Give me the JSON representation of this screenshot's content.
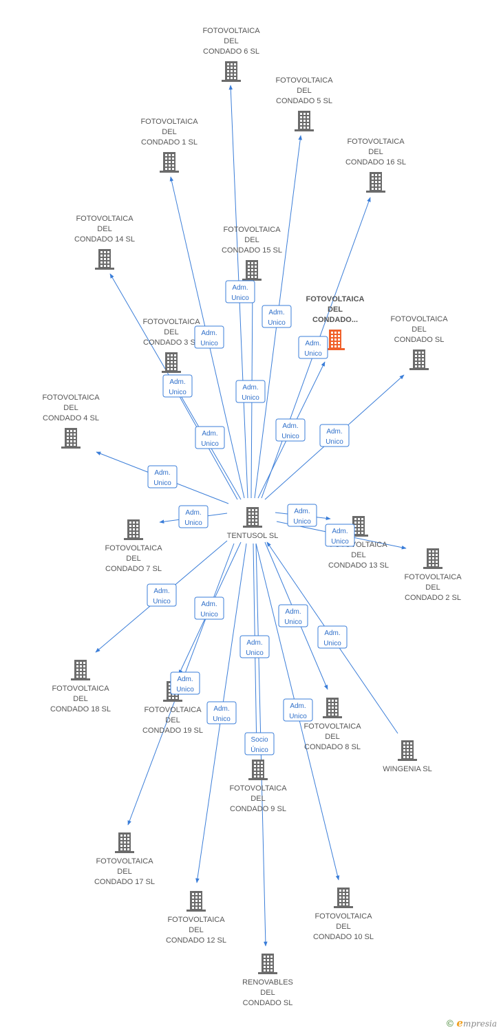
{
  "colors": {
    "edge": "#3a7dd8",
    "building": "#6b6b6b",
    "highlight_building": "#f0602a",
    "label": "#555555"
  },
  "nodes": [
    {
      "id": "c6",
      "lines": [
        "FOTOVOLTAICA",
        "DEL",
        "CONDADO 6 SL"
      ],
      "icon": "building-icon"
    },
    {
      "id": "c5",
      "lines": [
        "FOTOVOLTAICA",
        "DEL",
        "CONDADO 5 SL"
      ],
      "icon": "building-icon"
    },
    {
      "id": "c1",
      "lines": [
        "FOTOVOLTAICA",
        "DEL",
        "CONDADO 1 SL"
      ],
      "icon": "building-icon"
    },
    {
      "id": "c16",
      "lines": [
        "FOTOVOLTAICA",
        "DEL",
        "CONDADO 16 SL"
      ],
      "icon": "building-icon"
    },
    {
      "id": "c14",
      "lines": [
        "FOTOVOLTAICA",
        "DEL",
        "CONDADO 14 SL"
      ],
      "icon": "building-icon"
    },
    {
      "id": "c15",
      "lines": [
        "FOTOVOLTAICA",
        "DEL",
        "CONDADO 15 SL"
      ],
      "icon": "building-icon"
    },
    {
      "id": "main",
      "lines": [
        "FOTOVOLTAICA",
        "DEL",
        "CONDADO..."
      ],
      "icon": "building-icon",
      "highlight": true
    },
    {
      "id": "c0",
      "lines": [
        "FOTOVOLTAICA",
        "DEL",
        "CONDADO SL"
      ],
      "icon": "building-icon"
    },
    {
      "id": "c3",
      "lines": [
        "FOTOVOLTAICA",
        "DEL",
        "CONDADO 3 SL"
      ],
      "icon": "building-icon"
    },
    {
      "id": "c4",
      "lines": [
        "FOTOVOLTAICA",
        "DEL",
        "CONDADO 4 SL"
      ],
      "icon": "building-icon"
    },
    {
      "id": "tentusol",
      "lines": [
        "TENTUSOL SL"
      ],
      "icon": "building-icon"
    },
    {
      "id": "c7",
      "lines": [
        "FOTOVOLTAICA",
        "DEL",
        "CONDADO 7 SL"
      ],
      "icon": "building-icon"
    },
    {
      "id": "c13",
      "lines": [
        "FOTOVOLTAICA",
        "DEL",
        "CONDADO 13 SL"
      ],
      "icon": "building-icon"
    },
    {
      "id": "c2",
      "lines": [
        "FOTOVOLTAICA",
        "DEL",
        "CONDADO 2 SL"
      ],
      "icon": "building-icon"
    },
    {
      "id": "c18",
      "lines": [
        "FOTOVOLTAICA",
        "DEL",
        "CONDADO 18 SL"
      ],
      "icon": "building-icon"
    },
    {
      "id": "c19",
      "lines": [
        "FOTOVOLTAICA",
        "DEL",
        "CONDADO 19 SL"
      ],
      "icon": "building-icon"
    },
    {
      "id": "c8",
      "lines": [
        "FOTOVOLTAICA",
        "DEL",
        "CONDADO 8 SL"
      ],
      "icon": "building-icon"
    },
    {
      "id": "wingenia",
      "lines": [
        "WINGENIA SL"
      ],
      "icon": "building-icon"
    },
    {
      "id": "c9",
      "lines": [
        "FOTOVOLTAICA",
        "DEL",
        "CONDADO 9 SL"
      ],
      "icon": "building-icon"
    },
    {
      "id": "c17",
      "lines": [
        "FOTOVOLTAICA",
        "DEL",
        "CONDADO 17 SL"
      ],
      "icon": "building-icon"
    },
    {
      "id": "c12",
      "lines": [
        "FOTOVOLTAICA",
        "DEL",
        "CONDADO 12 SL"
      ],
      "icon": "building-icon"
    },
    {
      "id": "c10",
      "lines": [
        "FOTOVOLTAICA",
        "DEL",
        "CONDADO 10 SL"
      ],
      "icon": "building-icon"
    },
    {
      "id": "renovables",
      "lines": [
        "RENOVABLES",
        "DEL",
        "CONDADO SL"
      ],
      "icon": "building-icon"
    }
  ],
  "edges": [
    {
      "from": "tentusol",
      "to": "c6",
      "label": [
        "Adm.",
        "Unico"
      ]
    },
    {
      "from": "tentusol",
      "to": "c5",
      "label": [
        "Adm.",
        "Unico"
      ]
    },
    {
      "from": "tentusol",
      "to": "c1",
      "label": [
        "Adm.",
        "Unico"
      ]
    },
    {
      "from": "tentusol",
      "to": "c16",
      "label": [
        "Adm.",
        "Unico"
      ]
    },
    {
      "from": "tentusol",
      "to": "c14",
      "label": [
        "Adm.",
        "Unico"
      ]
    },
    {
      "from": "tentusol",
      "to": "c15",
      "label": [
        "Adm.",
        "Unico"
      ]
    },
    {
      "from": "tentusol",
      "to": "main",
      "label": [
        "Adm.",
        "Unico"
      ]
    },
    {
      "from": "tentusol",
      "to": "c0",
      "label": [
        "Adm.",
        "Unico"
      ]
    },
    {
      "from": "tentusol",
      "to": "c3",
      "label": [
        "Adm.",
        "Unico"
      ]
    },
    {
      "from": "tentusol",
      "to": "c4",
      "label": [
        "Adm.",
        "Unico"
      ]
    },
    {
      "from": "tentusol",
      "to": "c7",
      "label": [
        "Adm.",
        "Unico"
      ]
    },
    {
      "from": "tentusol",
      "to": "c13",
      "label": [
        "Adm.",
        "Unico"
      ]
    },
    {
      "from": "tentusol",
      "to": "c2",
      "label": [
        "Adm.",
        "Unico"
      ]
    },
    {
      "from": "tentusol",
      "to": "c18",
      "label": [
        "Adm.",
        "Unico"
      ]
    },
    {
      "from": "tentusol",
      "to": "c19",
      "label": [
        "Adm.",
        "Unico"
      ]
    },
    {
      "from": "tentusol",
      "to": "c8",
      "label": [
        "Adm.",
        "Unico"
      ]
    },
    {
      "from": "wingenia",
      "to": "tentusol",
      "label": [
        "Adm.",
        "Unico"
      ]
    },
    {
      "from": "tentusol",
      "to": "c9",
      "label": [
        "Adm.",
        "Unico"
      ]
    },
    {
      "from": "tentusol",
      "to": "c17",
      "label": [
        "Adm.",
        "Unico"
      ]
    },
    {
      "from": "tentusol",
      "to": "c12",
      "label": [
        "Adm.",
        "Unico"
      ]
    },
    {
      "from": "tentusol",
      "to": "c10",
      "label": [
        "Adm.",
        "Unico"
      ]
    },
    {
      "from": "tentusol",
      "to": "renovables",
      "label": [
        "Socio",
        "Único"
      ]
    }
  ],
  "watermark": {
    "copyright": "©",
    "brand_initial": "e",
    "brand_rest": "mpresia"
  }
}
